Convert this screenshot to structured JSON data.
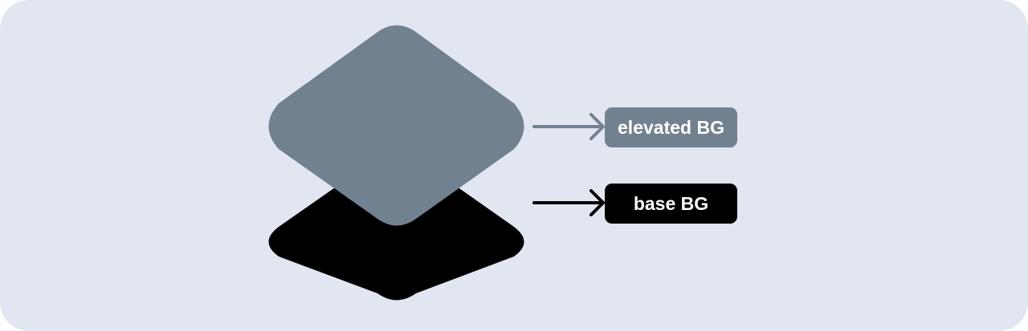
{
  "layers": [
    {
      "id": "elevated",
      "label": "elevated BG",
      "color": "#728190"
    },
    {
      "id": "base",
      "label": "base BG",
      "color": "#000000"
    }
  ],
  "background_color": "#e2e6f0"
}
